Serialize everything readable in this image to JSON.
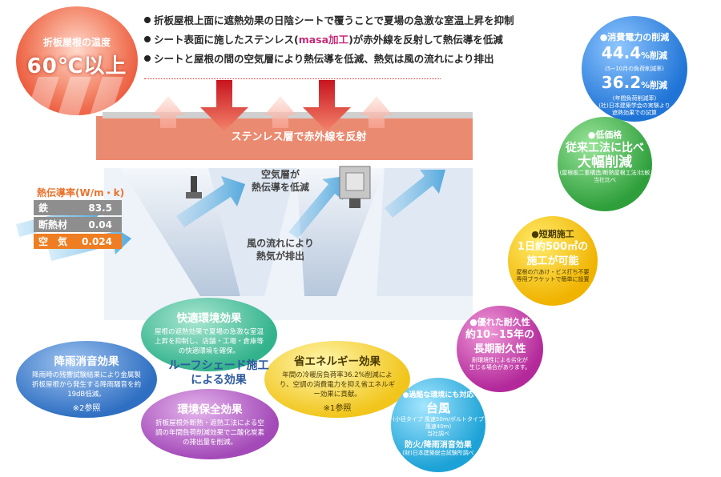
{
  "heat_badge": {
    "label": "折板屋根の温度",
    "value": "60℃以上"
  },
  "bullets": [
    {
      "text": "折板屋根上面に遮熱効果の日陰シートで覆うことで夏場の急激な室温上昇を抑制"
    },
    {
      "text_before": "シート表面に施したステンレス(",
      "highlight": "masa加工",
      "text_after": ")が赤外線を反射して熱伝導を低減"
    },
    {
      "text": "シートと屋根の間の空気層により熱伝導を低減、熱気は風の流れにより排出"
    }
  ],
  "diagram": {
    "sheet_label": "ステンレス層で赤外線を反射",
    "air_label_1": "空気層が",
    "air_label_2": "熱伝導を低減",
    "wind_label_1": "風の流れにより",
    "wind_label_2": "熱気が排出"
  },
  "conduction": {
    "title": "熱伝導率(W/m・k)",
    "rows": [
      {
        "name": "鉄",
        "value": "83.5"
      },
      {
        "name": "断熱材",
        "value": "0.04"
      },
      {
        "name": "空　気",
        "value": "0.024"
      }
    ]
  },
  "effects": {
    "center": "ルーフシェード施工による効果",
    "comfort": {
      "title": "快適環境効果",
      "desc": "屋根の遮熱効果で夏場の急激な室温上昇を抑制し、店舗・工場・倉庫等の快適環境を確保。"
    },
    "noise": {
      "title": "降雨消音効果",
      "desc": "降雨時の残響試験結果により金属製折板屋根から発生する降雨騒音を約19dB低減。",
      "note": "※2参照"
    },
    "energy": {
      "title": "省エネルギー効果",
      "desc": "年間の冷暖房負荷率36.2%削減により、空調の消費電力を抑え省エネルギー効果に貢献。",
      "note": "※1参照"
    },
    "env": {
      "title": "環境保全効果",
      "desc": "折板屋根外断熱・遮熱工法による空調の年間負荷削減効果で二酸化炭素の排出量を削減。"
    }
  },
  "circles": {
    "power": {
      "heading": "●消費電力の削減",
      "v1": "44.4",
      "v2": "36.2",
      "unit": "%削減",
      "n1": "(5~10月の負荷削減率)",
      "n2": "(年間負荷削減率)",
      "n3": "(社)日本建築学会の実験より",
      "n4": "遮熱効果での試算"
    },
    "price": {
      "heading": "●低価格",
      "l1": "従来工法に比べ",
      "l2": "大幅削減",
      "n1": "(屋根板二重構造/断熱屋根工法)比較",
      "n2": "当社比べ"
    },
    "short": {
      "heading": "●短期施工",
      "l1": "1日約500㎡の",
      "l2": "施工が可能",
      "n1": "屋根の穴あけ・ビス打ち不要",
      "n2": "専用ブラケットで簡単に設置"
    },
    "dur": {
      "heading": "●優れた耐久性",
      "l1": "約10~15年の",
      "l2": "長期耐久性",
      "n1": "耐環境性による劣化が",
      "n2": "生じる場合があります。"
    },
    "typh": {
      "heading": "●過酷な環境にも対応",
      "l1": "台風",
      "n1": "(小径タイプ 風速50m/ボルトタイプ 風速40m)",
      "n2": "当社調べ",
      "l2": "防火/降雨消音効果",
      "n3": "(財)日本建築総合試験所調べ"
    }
  }
}
